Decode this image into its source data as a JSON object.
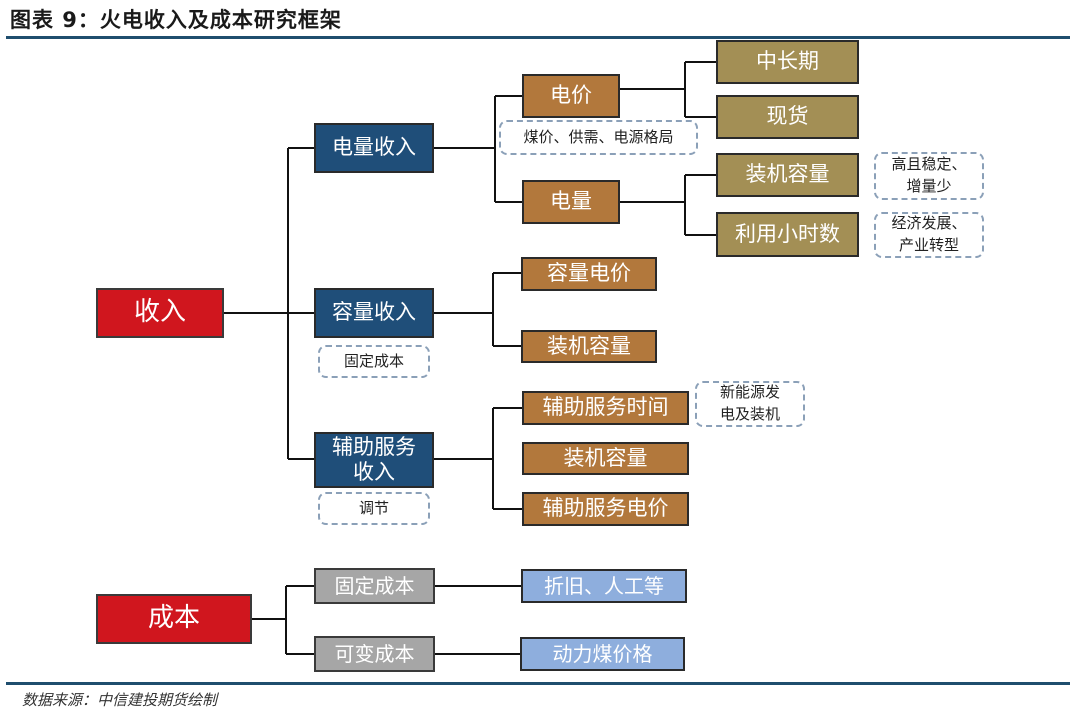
{
  "title": "图表 9：火电收入及成本研究框架",
  "source": "数据来源：中信建投期货绘制",
  "revenue": {
    "label": "收入",
    "energy": {
      "label": "电量收入",
      "price": {
        "label": "电价",
        "note": "煤价、供需、电源格局",
        "children": [
          "中长期",
          "现货"
        ]
      },
      "volume": {
        "label": "电量",
        "children": [
          "装机容量",
          "利用小时数"
        ],
        "notes": [
          "高且稳定、\n增量少",
          "经济发展、\n产业转型"
        ]
      }
    },
    "capacity": {
      "label": "容量收入",
      "note": "固定成本",
      "children": [
        "容量电价",
        "装机容量"
      ]
    },
    "ancillary": {
      "label": "辅助服务\n收入",
      "note": "调节",
      "children": [
        "辅助服务时间",
        "装机容量",
        "辅助服务电价"
      ],
      "side_note": "新能源发\n电及装机"
    }
  },
  "cost": {
    "label": "成本",
    "items": [
      {
        "label": "固定成本",
        "detail": "折旧、人工等"
      },
      {
        "label": "可变成本",
        "detail": "动力煤价格"
      }
    ]
  },
  "colors": {
    "root": "#d0161e",
    "level1": "#1f4e79",
    "level2": "#b2783c",
    "level3": "#a38f55",
    "cost_item": "#a6a6a6",
    "cost_detail": "#8eaedd",
    "rule": "#1f4e6e"
  }
}
